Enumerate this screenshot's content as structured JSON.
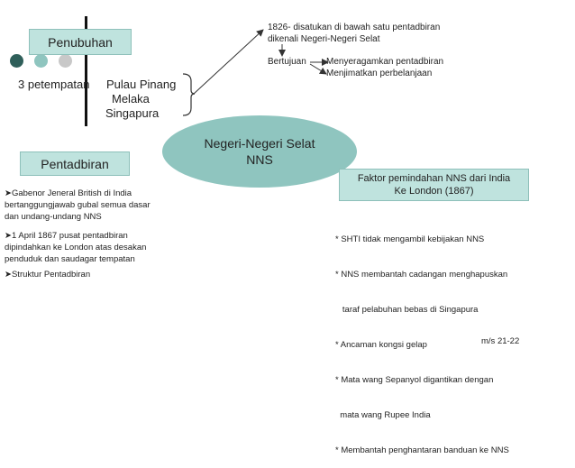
{
  "penubuhan": {
    "title": "Penubuhan",
    "lead": "3 petempatan",
    "places": [
      "Pulau Pinang",
      "Melaka",
      "Singapura"
    ]
  },
  "top_note": {
    "line1": "1826- disatukan di bawah satu pentadbiran",
    "line2": "dikenali Negeri-Negeri Selat",
    "tujuan_label": "Bertujuan",
    "aims": [
      "Menyeragamkan pentadbiran",
      "Menjimatkan perbelanjaan"
    ]
  },
  "center": {
    "line1": "Negeri-Negeri Selat",
    "line2": "NNS"
  },
  "pentadbiran": {
    "title": "Pentadbiran",
    "points": [
      {
        "lines": [
          "Gabenor Jeneral British di India",
          "bertanggungjawab gubal semua dasar",
          "dan undang-undang NNS"
        ]
      },
      {
        "lines": [
          "1 April 1867 pusat pentadbiran",
          "dipindahkan ke London atas desakan",
          "penduduk dan saudagar tempatan"
        ]
      },
      {
        "lines": [
          "Struktur Pentadbiran"
        ]
      }
    ]
  },
  "faktor": {
    "title_line1": "Faktor pemindahan NNS dari India",
    "title_line2": "Ke London (1867)",
    "items": [
      "* SHTI tidak mengambil kebijakan NNS",
      "* NNS membantah cadangan menghapuskan",
      "   taraf pelabuhan bebas di Singapura",
      "* Ancaman kongsi gelap",
      "* Mata wang Sepanyol digantikan dengan",
      "  mata wang Rupee India",
      "* Membantah penghantaran banduan ke NNS"
    ]
  },
  "page_ref": "m/s 21-22",
  "colors": {
    "box_fill": "#bfe3de",
    "ellipse_fill": "#8fc5bf",
    "dot_dark": "#2f5f5a",
    "dot_teal": "#8fc5bf",
    "dot_gray": "#c8c8c8"
  }
}
